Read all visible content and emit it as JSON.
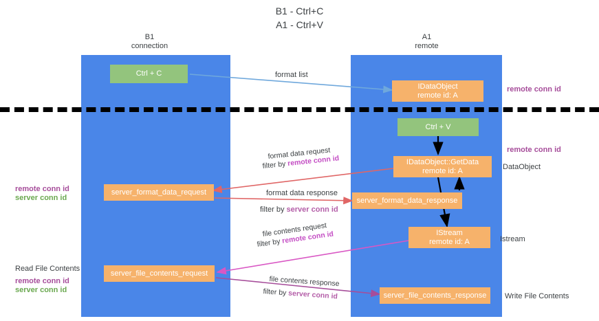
{
  "title": {
    "line1": "B1 - Ctrl+C",
    "line2": "A1 - Ctrl+V"
  },
  "columns": [
    {
      "id": "b1",
      "name": "B1",
      "role": "connection"
    },
    {
      "id": "a1",
      "name": "A1",
      "role": "remote"
    }
  ],
  "nodes": {
    "ctrl_c": {
      "line1": "Ctrl + C",
      "line2": ""
    },
    "idataobject": {
      "line1": "IDataObject",
      "line2": "remote id: A"
    },
    "ctrl_v": {
      "line1": "Ctrl + V",
      "line2": ""
    },
    "getdata": {
      "line1": "IDataObject::GetData",
      "line2": "remote id: A"
    },
    "fmt_req": {
      "line1": "server_format_data_request",
      "line2": ""
    },
    "fmt_resp": {
      "line1": "server_format_data_response",
      "line2": ""
    },
    "istream": {
      "line1": "IStream",
      "line2": "remote id: A"
    },
    "file_req": {
      "line1": "server_file_contents_request",
      "line2": ""
    },
    "file_resp": {
      "line1": "server_file_contents_response",
      "line2": ""
    }
  },
  "edge_labels": {
    "format_list": "format list",
    "fmt_data_request": "format data request",
    "fmt_req_filter_pre": "filter by ",
    "fmt_req_filter_key": "remote conn id",
    "fmt_data_response": "format data response",
    "fmt_resp_filter_pre": "filter by ",
    "fmt_resp_filter_key": "server conn id",
    "file_contents_request": "file contents request",
    "file_req_filter_pre": "filter by ",
    "file_req_filter_key": "remote conn id",
    "file_contents_response": "file contents response",
    "file_resp_filter_pre": "filter by ",
    "file_resp_filter_key": "server conn id"
  },
  "side_labels": {
    "right_remote_conn_top": "remote conn id",
    "right_remote_conn_mid": "remote conn id",
    "right_dataobject": "DataObject",
    "right_istream": "Istream",
    "right_write_file": "Write File Contents",
    "left_remote_conn_mid": "remote conn id",
    "left_server_conn_mid": "server conn id",
    "left_read_file": "Read File Contents",
    "left_remote_conn_bot": "remote conn id",
    "left_server_conn_bot": "server conn id"
  },
  "colors": {
    "column_blue": "#4a86e8",
    "green_node": "#93c47d",
    "orange_node": "#f6b26b",
    "arrow_lightblue": "#6fa8dc",
    "arrow_red": "#e06666",
    "arrow_magenta": "#d957c4",
    "arrow_purple": "#a64d9a",
    "arrow_black": "#000000",
    "key_purple": "#a64d9a",
    "key_green": "#6aa84f"
  }
}
